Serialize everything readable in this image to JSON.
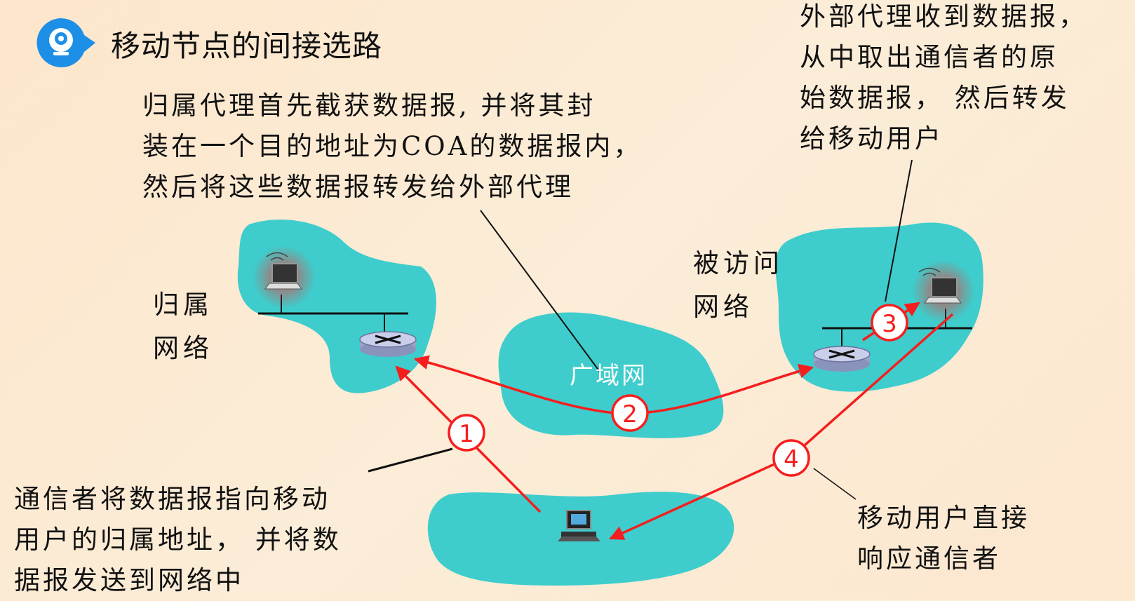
{
  "title": "移动节点的间接选路",
  "icons": {
    "header": "webcam-bubble-icon",
    "router": "router-icon",
    "laptop": "wireless-laptop-icon",
    "pc": "desktop-computer-icon"
  },
  "colors": {
    "network": "#3ecdcc",
    "arrow": "#f51e1e",
    "icon_blue": "#1e8fe6"
  },
  "annotations": {
    "home_agent": {
      "lines": [
        "归属代理首先截获数据报, 并将其封",
        "装在一个目的地址为COA的数据报内，",
        "然后将这些数据报转发给外部代理"
      ]
    },
    "foreign_agent": {
      "lines": [
        "外部代理收到数据报，",
        "从中取出通信者的原",
        "始数据报， 然后转发",
        "给移动用户"
      ]
    },
    "correspondent": {
      "lines": [
        "通信者将数据报指向移动",
        "用户的归属地址， 并将数",
        "据报发送到网络中"
      ]
    },
    "direct_reply": {
      "lines": [
        "移动用户直接",
        "响应通信者"
      ]
    }
  },
  "networks": {
    "home": [
      "归属",
      "网络"
    ],
    "visited": [
      "被访问",
      "网络"
    ],
    "wan": "广域网"
  },
  "steps": [
    "1",
    "2",
    "3",
    "4"
  ]
}
